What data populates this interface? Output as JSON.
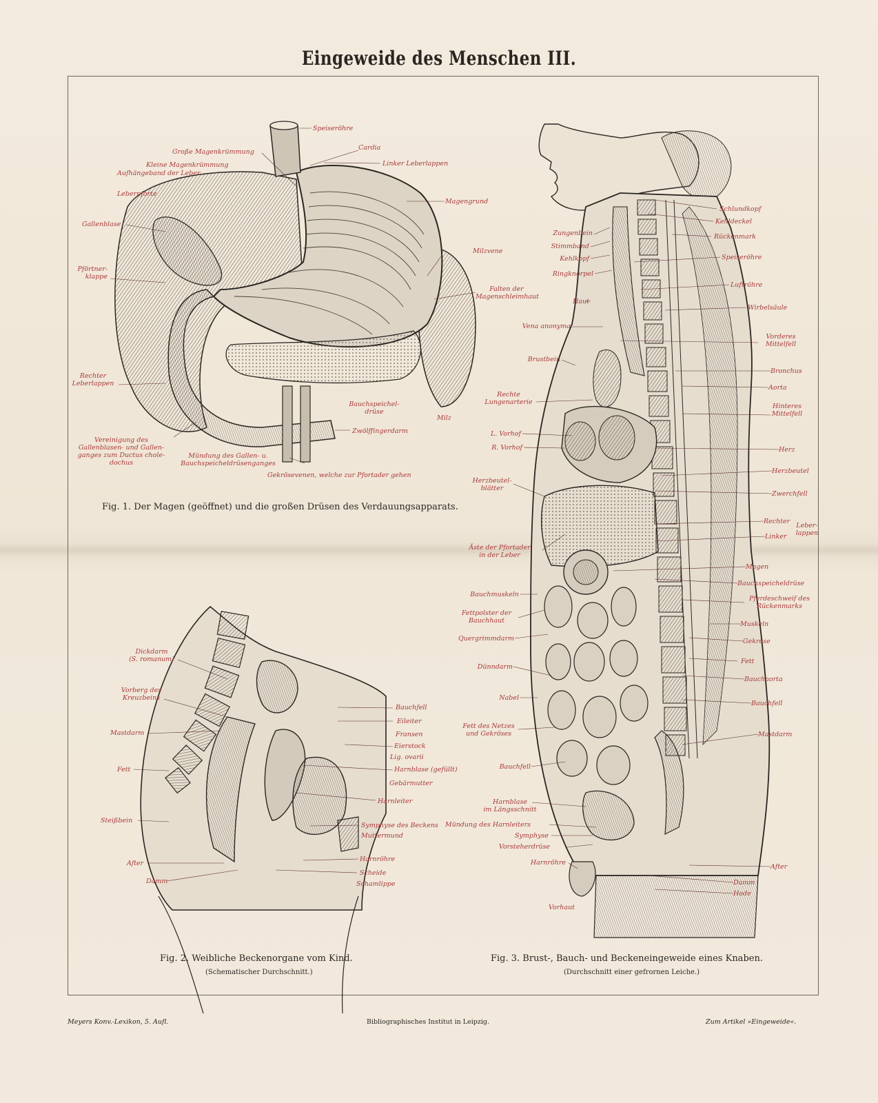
{
  "title": "Eingeweide des Menschen III.",
  "figures": {
    "fig1": {
      "caption": "Fig. 1.   Der Magen (geöffnet) und die großen Drüsen des Verdauungsapparats.",
      "labels": {
        "speiseroehre": "Speiseröhre",
        "cardia": "Cardia",
        "grosse_kr": "Große Magenkrümmung",
        "kleine_kr": "Kleine Magenkrümmung",
        "aufhaengeband": "Aufhängeband der Leber",
        "linker_leberlappen": "Linker Leberlappen",
        "leberpforte": "Leberpforte",
        "magengrund": "Magengrund",
        "gallenblase": "Gallenblase",
        "milzvene": "Milzvene",
        "pfoertner1": "Pförtner-",
        "pfoertner2": "klappe",
        "falten1": "Falten der",
        "falten2": "Magenschleimhaut",
        "rechter1": "Rechter",
        "rechter2": "Leberlappen",
        "bauchsp1": "Bauchspeichel-",
        "bauchsp2": "drüse",
        "milz": "Milz",
        "zwoelf": "Zwölffingerdarm",
        "verein1": "Vereinigung des",
        "verein2": "Gallenblasen- und Gallen-",
        "verein3": "ganges zum Ductus chole-",
        "verein4": "dochus",
        "muend1": "Mündung des Gallen- u.",
        "muend2": "Bauchspeicheldrüsenganges",
        "gekroese": "Gekrösevenen, welche zur Pfortader gehen"
      }
    },
    "fig2": {
      "caption": "Fig. 2.   Weibliche Beckenorgane vom Kind.",
      "subcaption": "(Schematischer Durchschnitt.)",
      "labels": {
        "dickdarm1": "Dickdarm",
        "dickdarm2": "(S. romanum)",
        "vorberg1": "Vorberg des",
        "vorberg2": "Kreuzbeins",
        "mastdarm": "Mastdarm",
        "fett": "Fett",
        "steissbein": "Steißbein",
        "after": "After",
        "damm": "Damm",
        "bauchfell": "Bauchfell",
        "eileiter": "Eileiter",
        "fransen": "Fransen",
        "eierstock": "Eierstock",
        "lig": "Lig. ovarii",
        "harnblase": "Harnblase (gefüllt)",
        "gebaermutter": "Gebärmutter",
        "harnleiter": "Harnleiter",
        "symphyse": "Symphyse des Beckens",
        "muttermund": "Muttermund",
        "harnroehre": "Harnröhre",
        "scheide": "Scheide",
        "schamlippe": "Schamlippe"
      }
    },
    "fig3": {
      "caption": "Fig. 3.   Brust-, Bauch- und Beckeneingeweide eines Knaben.",
      "subcaption": "(Durchschnitt einer gefrornen Leiche.)",
      "labels_left": {
        "zungenbein": "Zungenbein",
        "stimmband": "Stimmband",
        "kehlkopf": "Kehlkopf",
        "ringknorpel": "Ringknorpel",
        "haut": "Haut",
        "vena": "Vena anonyma",
        "brustbein": "Brustbein",
        "rechte1": "Rechte",
        "rechte2": "Lungenarterie",
        "lvorhof": "L. Vorhof",
        "rvorhof": "R. Vorhof",
        "herzbeutel1": "Herzbeutel-",
        "herzbeutel2": "blätter",
        "aeste1": "Äste der Pfortader",
        "aeste2": "in der Leber",
        "bauchmuskeln": "Bauchmuskeln",
        "fettpolster1": "Fettpolster der",
        "fettpolster2": "Bauchhaut",
        "quergrimm": "Quergrimmdarm",
        "duenndarm": "Dünndarm",
        "nabel": "Nabel",
        "fettnetz1": "Fett des Netzes",
        "fettnetz2": "und Gekröses",
        "bauchfell": "Bauchfell",
        "harnblase1": "Harnblase",
        "harnblase2": "im Längsschnitt",
        "muendung": "Mündung des Harnleiters",
        "symphyse": "Symphyse",
        "vorsteher": "Vorsteherdrüse",
        "harnroehre": "Harnröhre",
        "vorhaut": "Vorhaut"
      },
      "labels_right": {
        "schlundkopf": "Schlundkopf",
        "kehldeckel": "Kehldeckel",
        "rueckenmark": "Rückenmark",
        "speiseroehre": "Speiseröhre",
        "luftroehre": "Luftröhre",
        "wirbelsaeule": "Wirbelsäule",
        "vorderes1": "Vorderes",
        "vorderes2": "Mittelfell",
        "bronchus": "Bronchus",
        "aorta": "Aorta",
        "hinteres1": "Hinteres",
        "hinteres2": "Mittelfell",
        "herz": "Herz",
        "herzbeutel": "Herzbeutel",
        "zwerchfell": "Zwerchfell",
        "rechter": "Rechter",
        "linker": "Linker",
        "leber1": "Leber-",
        "leber2": "lappen",
        "magen": "Magen",
        "bauchspeichel": "Bauchspeicheldrüse",
        "pferde1": "Pferdeschweif des",
        "pferde2": "Rückenmarks",
        "muskeln": "Muskeln",
        "gekroese": "Gekröse",
        "fett": "Fett",
        "bauchaorta": "Bauchaorta",
        "bauchfell": "Bauchfell",
        "mastdarm": "Mastdarm",
        "after": "After",
        "damm": "Damm",
        "hode": "Hode"
      }
    }
  },
  "footer": {
    "left": "Meyers Konv.-Lexikon, 5. Aufl.",
    "center": "Bibliographisches Institut in Leipzig.",
    "right": "Zum Artikel »Eingeweide«."
  },
  "colors": {
    "paper": "#f1e8da",
    "ink": "#2a2622",
    "label": "#a83a3a"
  }
}
